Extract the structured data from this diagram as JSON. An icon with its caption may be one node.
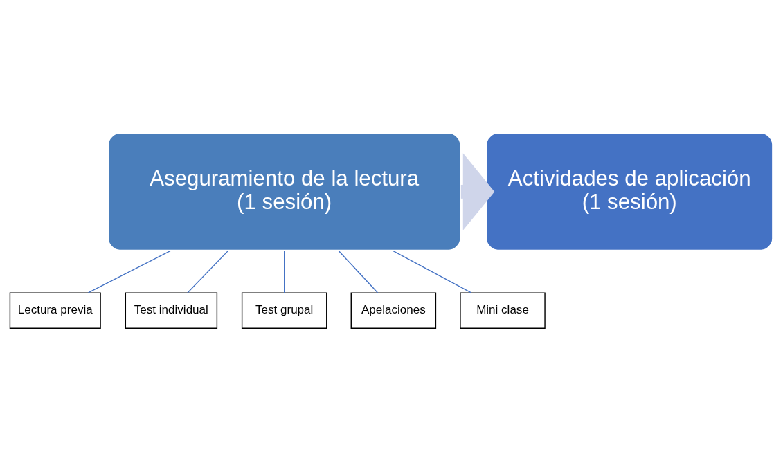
{
  "diagram": {
    "nodes": [
      {
        "text": [
          "Aseguramiento de la lectura",
          "(1 sesión)"
        ]
      },
      {
        "text": [
          "Actividades de aplicación",
          "(1 sesión)"
        ]
      },
      {
        "text": [
          "Lectura previa"
        ]
      },
      {
        "text": [
          "Test individual"
        ]
      },
      {
        "text": [
          "Test grupal"
        ]
      },
      {
        "text": [
          "Apelaciones"
        ]
      },
      {
        "text": [
          "Mini clase"
        ]
      }
    ],
    "edges": [
      {
        "from": 0,
        "to": 1,
        "arrow": "to",
        "style": "thick",
        "color": "#cfd5ea"
      },
      {
        "from": 0,
        "to": 2,
        "arrow": "none"
      },
      {
        "from": 0,
        "to": 3,
        "arrow": "none"
      },
      {
        "from": 0,
        "to": 4,
        "arrow": "none"
      },
      {
        "from": 0,
        "to": 5,
        "arrow": "none"
      },
      {
        "from": 0,
        "to": 6,
        "arrow": "none"
      }
    ]
  }
}
